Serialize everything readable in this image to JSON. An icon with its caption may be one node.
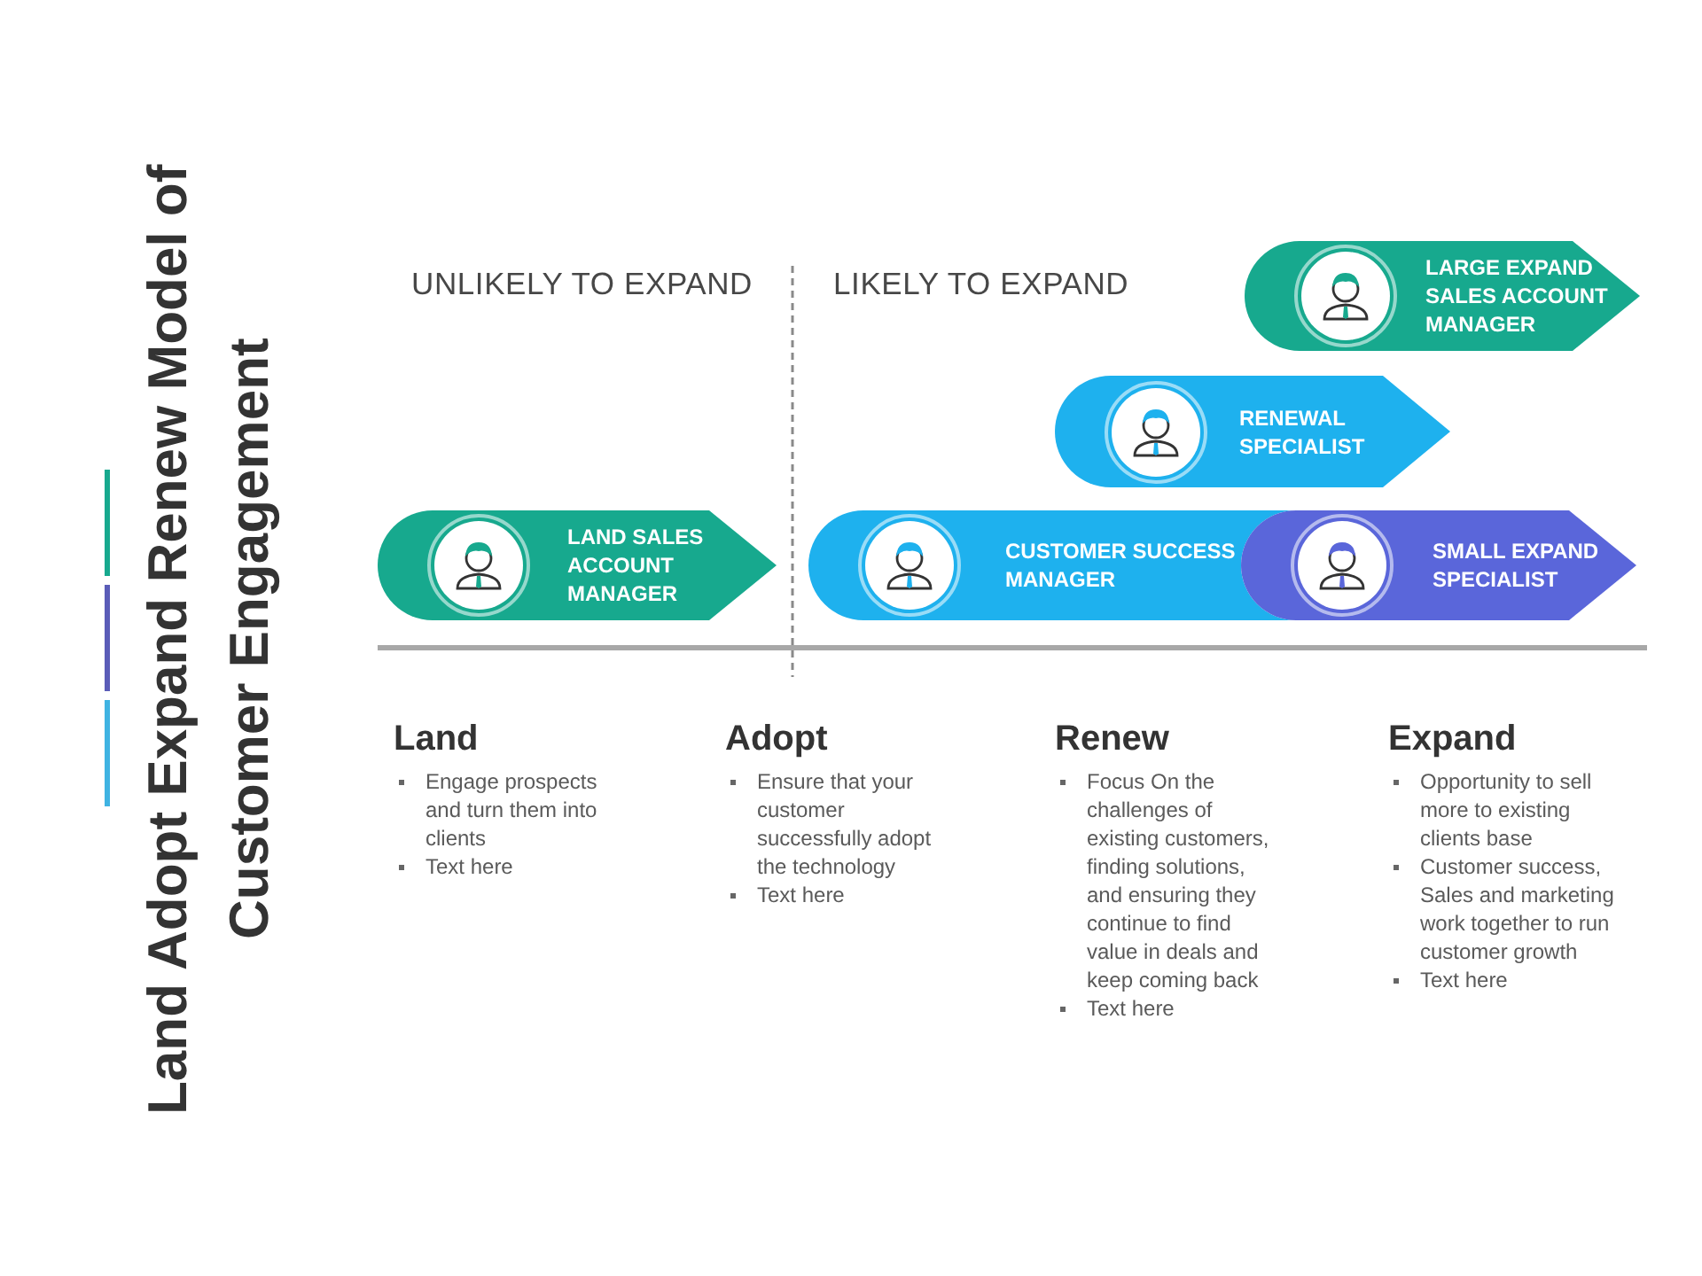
{
  "diagram": {
    "title": "Land Adopt Expand Renew Model of Customer Engagement",
    "nodes": [
      {
        "text": [
          "LARGE EXPAND SALES ACCOUNT MANAGER"
        ]
      },
      {
        "text": [
          "RENEWAL SPECIALIST"
        ]
      },
      {
        "text": [
          "LAND SALES ACCOUNT MANAGER"
        ]
      },
      {
        "text": [
          "CUSTOMER SUCCESS MANAGER"
        ]
      },
      {
        "text": [
          "SMALL EXPAND SPECIALIST"
        ]
      }
    ],
    "labels": [
      "UNLIKELY TO EXPAND",
      "LIKELY TO EXPAND",
      "Land",
      "Engage prospects and turn them into clients",
      "Text here",
      "Adopt",
      "Ensure that your customer successfully adopt the technology",
      "Text here",
      "Renew",
      "Focus On the challenges of existing customers, finding solutions, and ensuring they continue to find value in deals and keep coming back",
      "Text here",
      "Expand",
      "Opportunity to sell more to existing clients base",
      "Customer success, Sales and marketing work together to run customer growth",
      "Text here"
    ]
  }
}
